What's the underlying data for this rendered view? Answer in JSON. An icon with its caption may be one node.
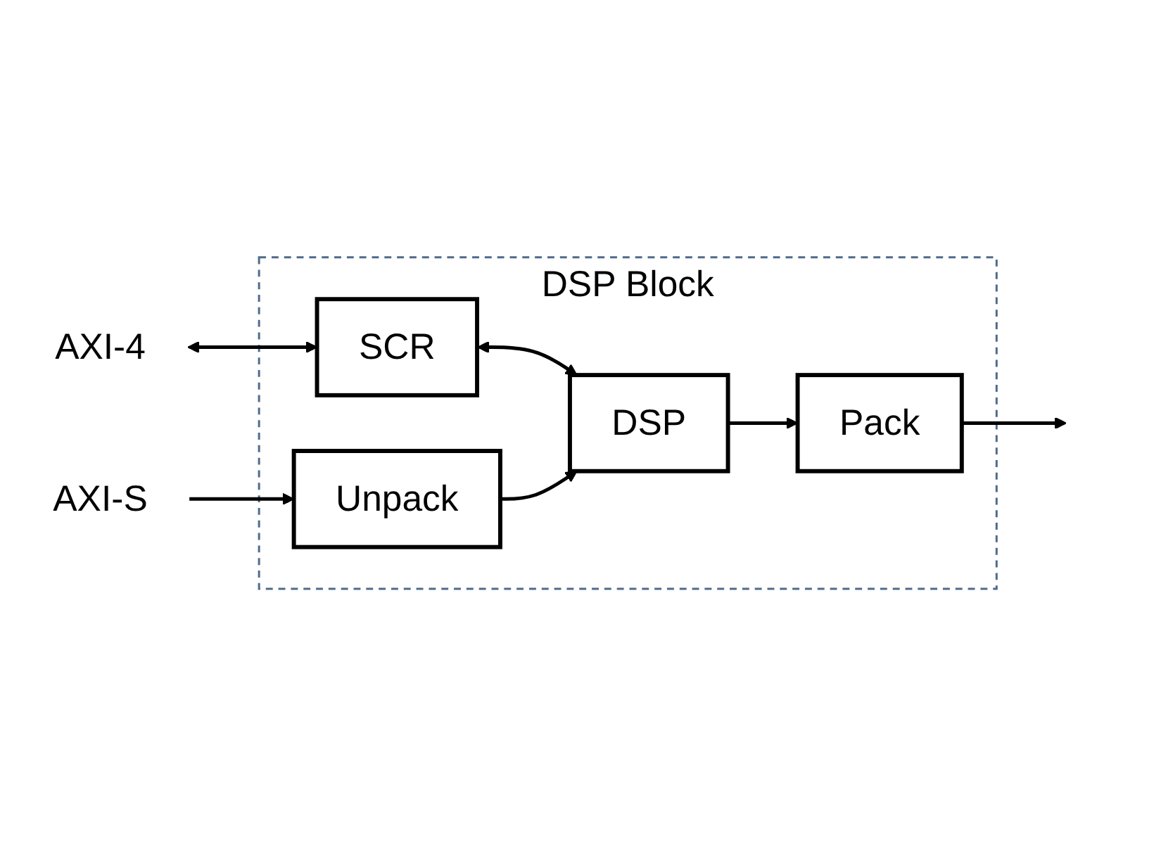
{
  "diagram": {
    "nodes": [
      {
        "text": [
          "DSP Block"
        ]
      },
      {
        "text": [
          "AXI-4"
        ]
      },
      {
        "text": [
          "SCR"
        ],
        "in": 0
      },
      {
        "text": [
          "Unpack"
        ],
        "in": 0
      },
      {
        "text": [
          "DSP"
        ],
        "in": 0
      },
      {
        "text": [
          "Pack"
        ],
        "in": 0
      },
      {
        "text": [
          "AXI-S"
        ]
      }
    ],
    "edges": [
      {
        "from": 1,
        "to": 2,
        "arrow": "both"
      },
      {
        "from": 2,
        "to": 4,
        "arrow": "both"
      },
      {
        "from": 6,
        "to": 3,
        "arrow": "to"
      },
      {
        "from": 3,
        "to": 4,
        "arrow": "to"
      },
      {
        "from": 4,
        "to": 5,
        "arrow": "to"
      },
      {
        "from": 5,
        "to": null,
        "arrow": "to"
      }
    ]
  }
}
